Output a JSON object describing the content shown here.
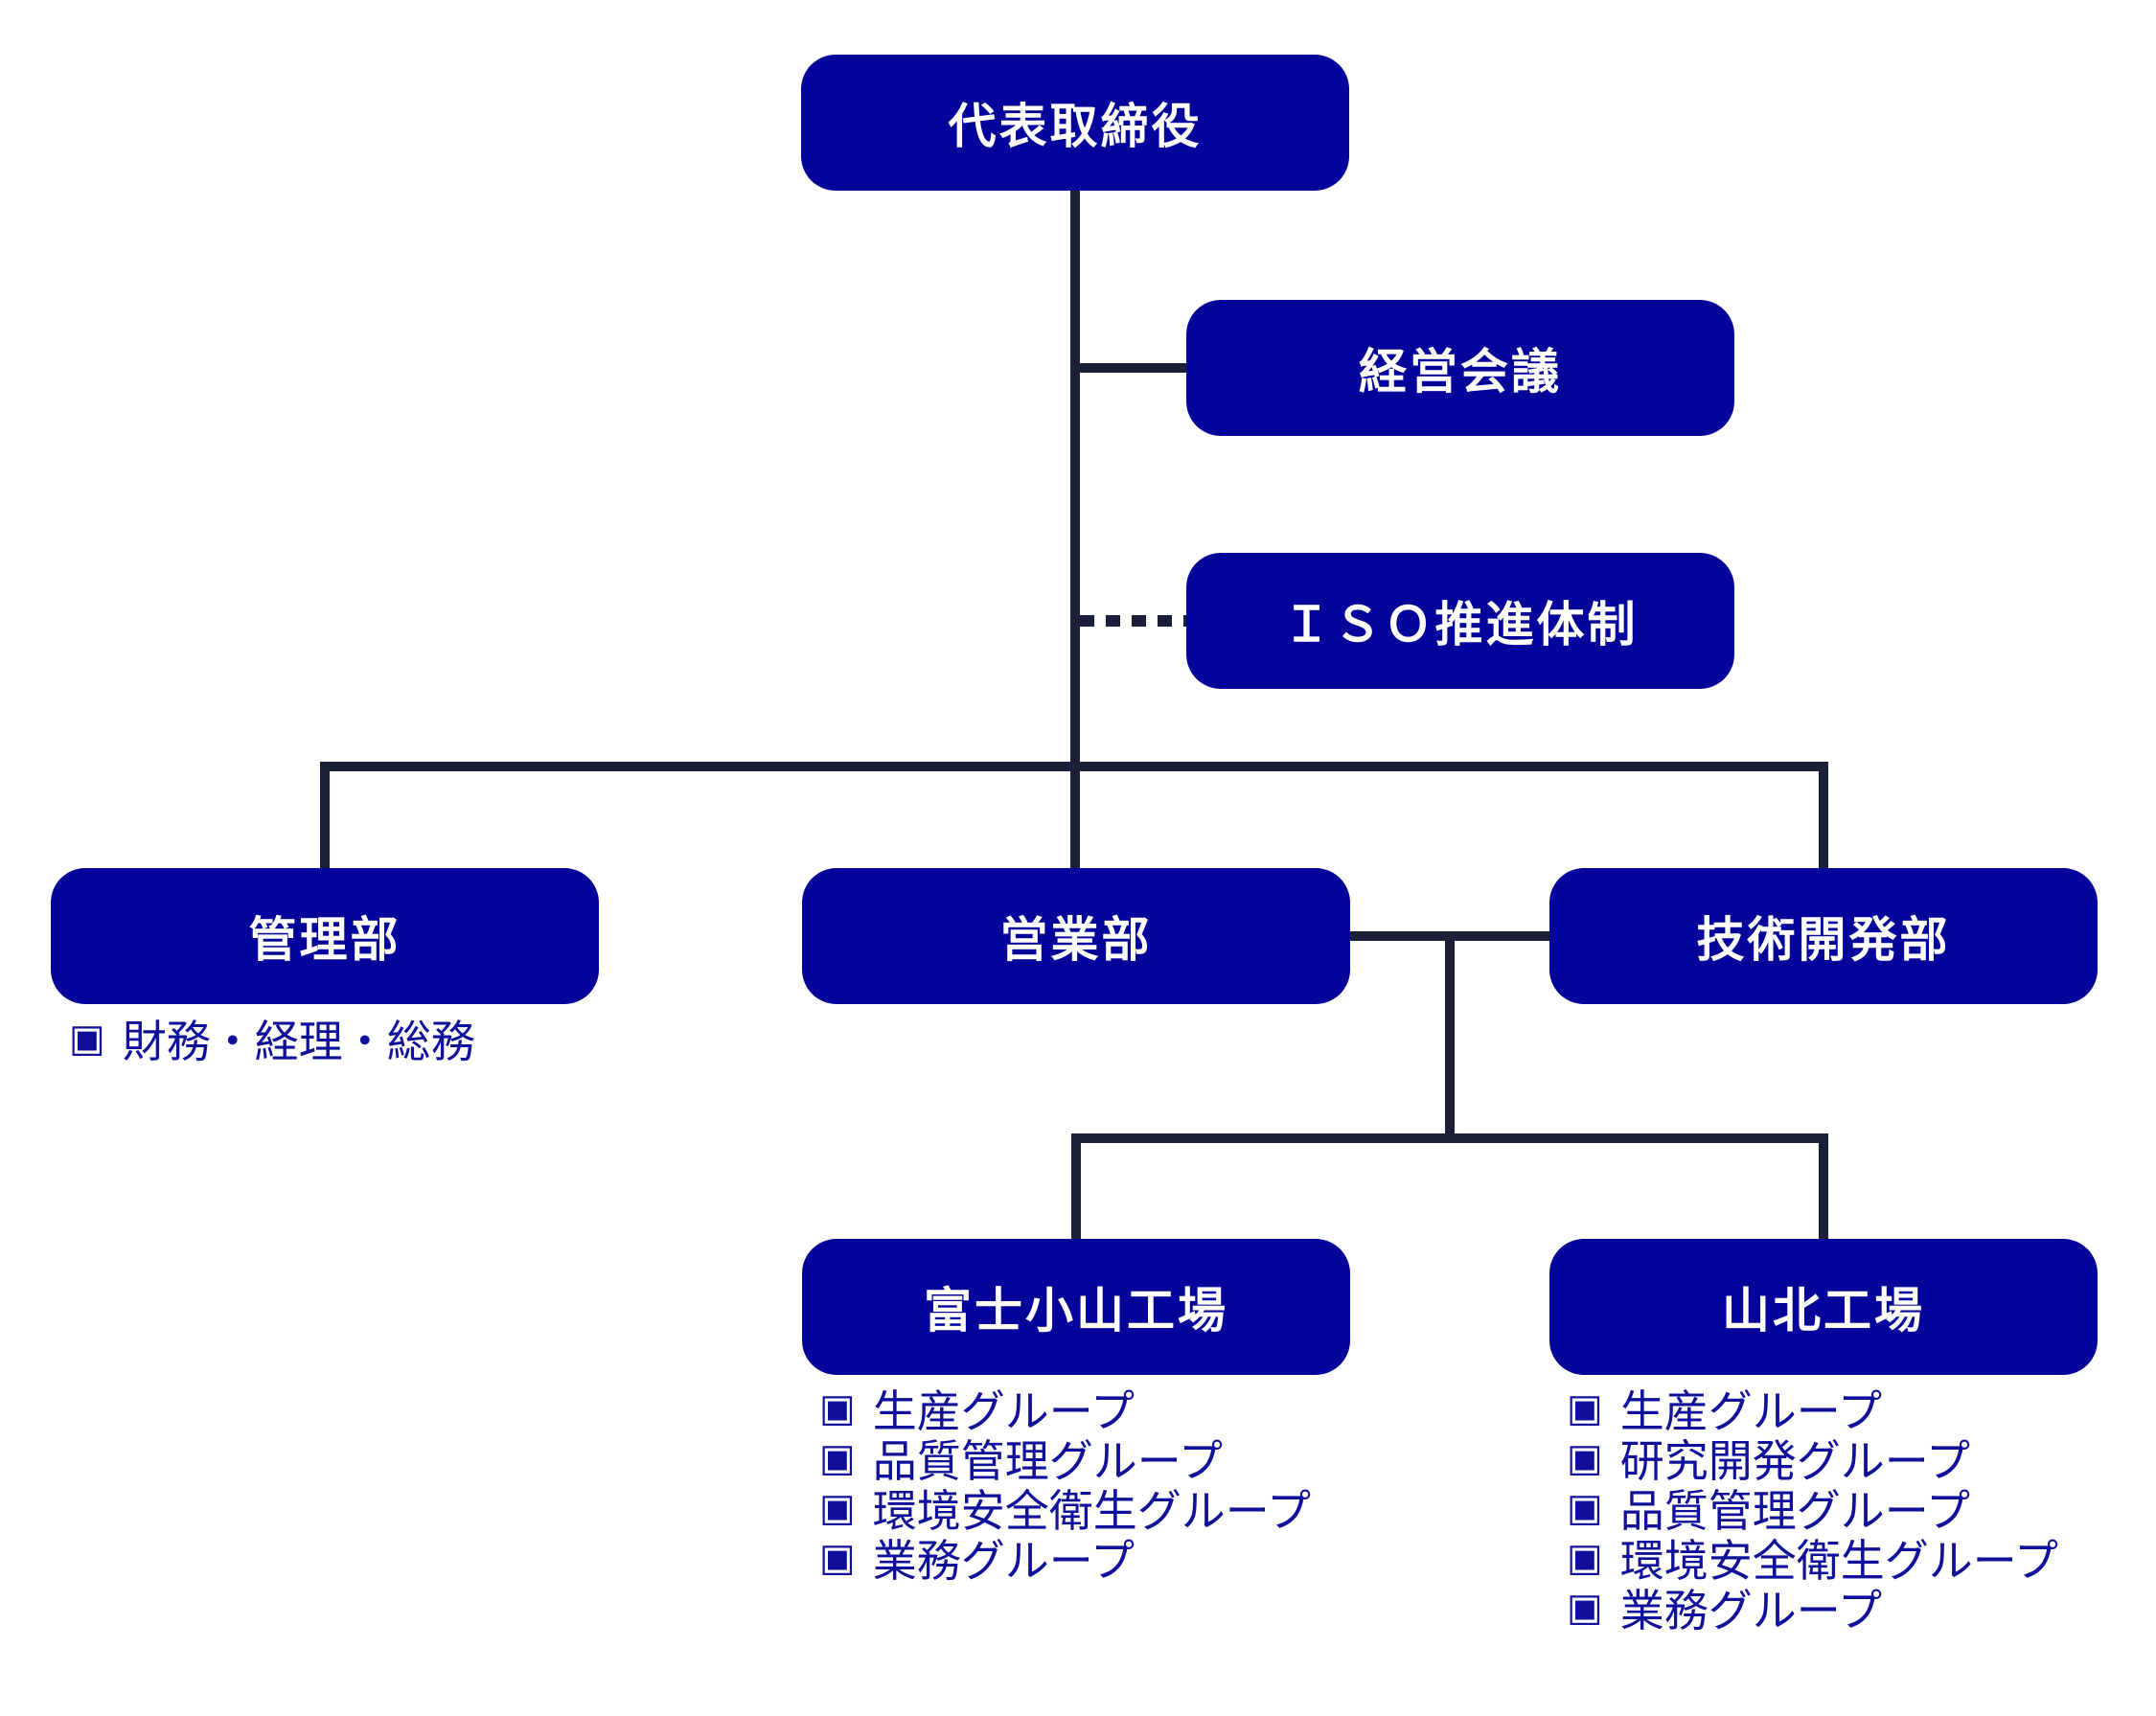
{
  "colors": {
    "box_fill": "#04049A",
    "box_text": "#FFFFFF",
    "connector": "#1B2038",
    "list_text": "#10109A",
    "background": "#FFFFFF"
  },
  "nodes": {
    "president": {
      "label": "代表取締役"
    },
    "management_meeting": {
      "label": "経営会議"
    },
    "iso_promotion": {
      "label": "ＩＳＯ推進体制"
    },
    "admin_dept": {
      "label": "管理部"
    },
    "sales_dept": {
      "label": "営業部"
    },
    "tech_dev_dept": {
      "label": "技術開発部"
    },
    "fuji_koyama_plant": {
      "label": "富士小山工場"
    },
    "yamakita_plant": {
      "label": "山北工場"
    }
  },
  "lists": {
    "admin_dept": {
      "bullet": "▣",
      "items": [
        "財務・経理・総務"
      ]
    },
    "fuji_koyama_plant": {
      "bullet": "▣",
      "items": [
        "生産グループ",
        "品質管理グループ",
        "環境安全衛生グループ",
        "業務グループ"
      ]
    },
    "yamakita_plant": {
      "bullet": "▣",
      "items": [
        "生産グループ",
        "研究開発グループ",
        "品質管理グループ",
        "環境安全衛生グループ",
        "業務グループ"
      ]
    }
  }
}
